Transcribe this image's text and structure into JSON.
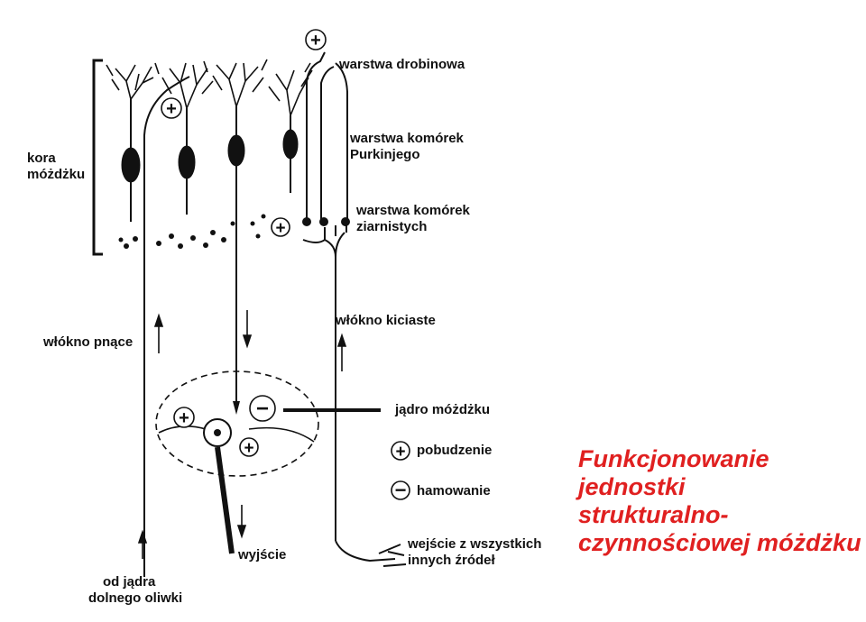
{
  "title": "Funkcjonowanie jednostki\nstrukturalno-\nczynnościowej móżdżku",
  "labels": {
    "kora_line1": "kora",
    "kora_line2": "móżdżku",
    "warstwa_drobinowa": "warstwa drobinowa",
    "purkinje_line1": "warstwa komórek",
    "purkinje_line2": "Purkinjego",
    "ziarniste_line1": "warstwa komórek",
    "ziarniste_line2": "ziarnistych",
    "wlokno_pnace": "włókno pnące",
    "wlokno_kiciaste": "włókno kiciaste",
    "jadro_mozdzku": "jądro móżdżku",
    "wyjscie": "wyjście",
    "od_jadra_line1": "od jądra",
    "od_jadra_line2": "dolnego oliwki",
    "wejscie_line1": "wejście z wszystkich",
    "wejscie_line2": "innych źródeł"
  },
  "legend": {
    "plus_symbol": "+",
    "plus_label": "pobudzenie",
    "minus_symbol": "−",
    "minus_label": "hamowanie"
  },
  "symbols": {
    "plus": "+",
    "minus": "−"
  }
}
